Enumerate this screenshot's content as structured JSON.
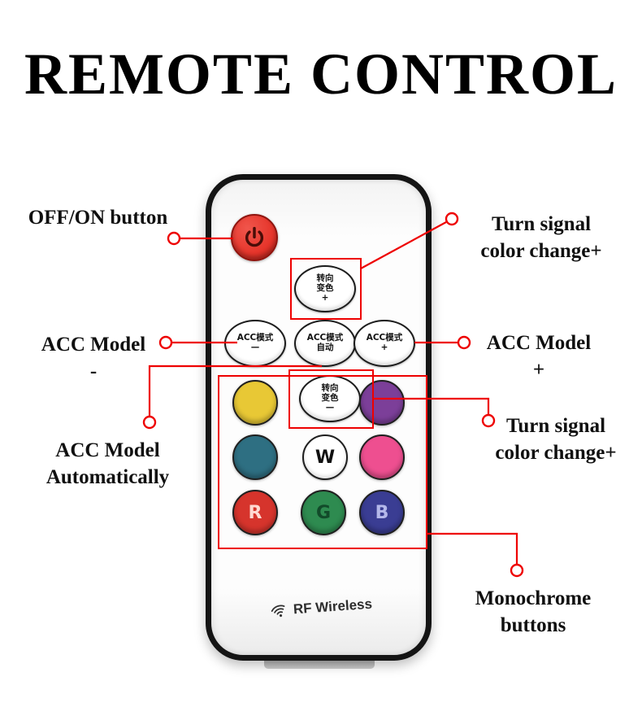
{
  "title": "REMOTE CONTROL",
  "annotations": {
    "off_on": "OFF/ON button",
    "turn_signal_plus": "Turn signal\ncolor change+",
    "acc_model_minus": "ACC Model\n-",
    "acc_model_plus": "ACC Model\n+",
    "acc_model_auto": "ACC Model\nAutomatically",
    "turn_signal_minus": "Turn signal\ncolor change+",
    "monochrome": "Monochrome\nbuttons"
  },
  "remote": {
    "buttons": {
      "turn_signal_plus": "转向\n变色\n+",
      "acc_mode_minus": "ACC模式\n—",
      "acc_mode_auto": "ACC模式\n自动",
      "acc_mode_plus": "ACC模式\n+",
      "turn_signal_minus": "转向\n变色\n—",
      "white": "W",
      "red": "R",
      "green": "G",
      "blue": "B"
    },
    "rf_label": "RF Wireless",
    "icons": {
      "power": "power-icon",
      "wifi": "wifi-icon"
    }
  },
  "colors": {
    "annotation_red": "#ee0000",
    "power_red": "#e6352b",
    "btn_yellow": "#e8c835",
    "btn_purple": "#7c3f99",
    "btn_teal": "#2e6f82",
    "btn_pink": "#ee4f90",
    "btn_red": "#d6342c",
    "btn_green": "#2e8b50",
    "btn_blue": "#3a3d93"
  }
}
